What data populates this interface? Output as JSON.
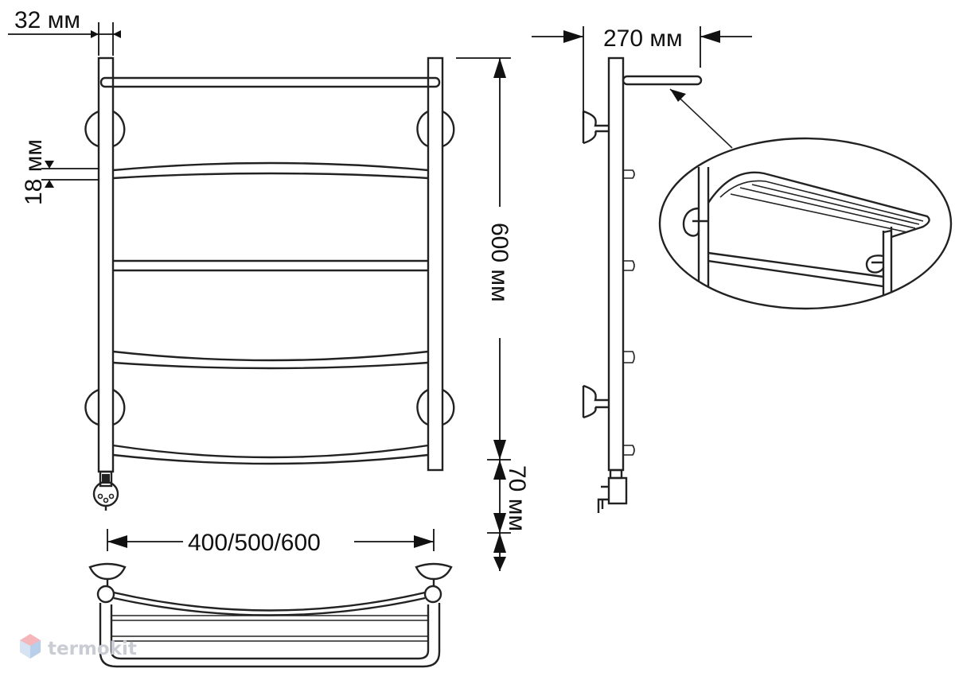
{
  "dimensions": {
    "tube_diameter": "32 мм",
    "rung_thickness": "18 мм",
    "height": "600 мм",
    "shelf_depth": "270 мм",
    "heater_offset": "70 мм",
    "widths": "400/500/600"
  },
  "watermark": {
    "brand": "termokit",
    "logo_colors": [
      "#e8505b",
      "#4a90d9"
    ]
  },
  "views": [
    "front-view",
    "side-view",
    "top-view",
    "detail-callout"
  ]
}
